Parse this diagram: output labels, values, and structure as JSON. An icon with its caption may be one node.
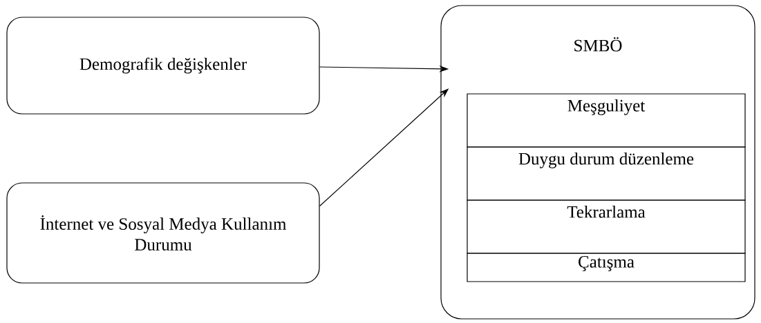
{
  "diagram": {
    "nodes": [
      {
        "text": [
          "Demografik değişkenler"
        ]
      },
      {
        "text": [
          "İnternet ve Sosyal Medya Kullanım Durumu"
        ]
      },
      {
        "text": [
          "SMBÖ"
        ]
      },
      {
        "text": [
          "Meşguliyet"
        ],
        "in": 2
      },
      {
        "text": [
          "Duygu durum düzenleme"
        ],
        "in": 2
      },
      {
        "text": [
          "Tekrarlama"
        ],
        "in": 2
      },
      {
        "text": [
          "Çatışma"
        ],
        "in": 2
      }
    ],
    "edges": [
      {
        "from": 0,
        "to": 2,
        "arrow": "to"
      },
      {
        "from": 1,
        "to": 2,
        "arrow": "to"
      }
    ]
  }
}
